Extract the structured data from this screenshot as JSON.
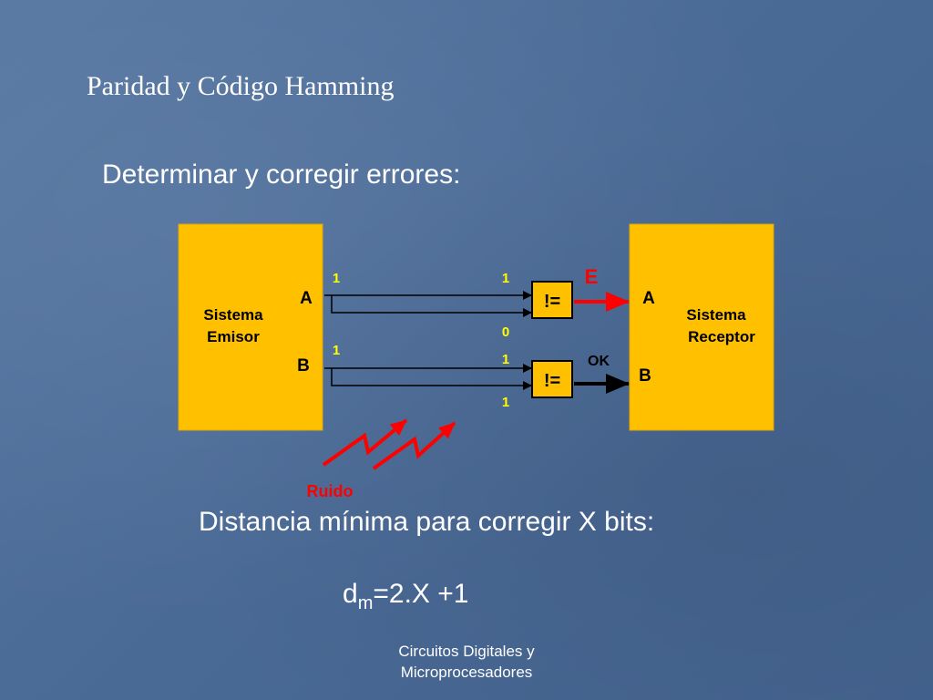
{
  "slide": {
    "title": "Paridad y Código Hamming",
    "subheading": "Determinar y corregir errores:",
    "distance_text": "Distancia mínima para corregir X bits:",
    "formula": {
      "base": "d",
      "subscript": "m",
      "rest": "=2.X +1"
    },
    "footer": [
      "Circuitos Digitales y",
      "Microprocesadores"
    ]
  },
  "diagram": {
    "emitter": {
      "label_line1": "Sistema",
      "label_line2": "Emisor",
      "port_a": "A",
      "port_b": "B"
    },
    "receiver": {
      "label_line1": "Sistema",
      "label_line2": "Receptor",
      "port_a": "A",
      "port_b": "B"
    },
    "comparator_a": {
      "symbol": "!=",
      "bit_sent": "1",
      "bit_in_top": "1",
      "bit_in_bottom": "0",
      "result": "E"
    },
    "comparator_b": {
      "symbol": "!=",
      "bit_sent": "1",
      "bit_in_top": "1",
      "bit_in_bottom": "1",
      "result": "OK"
    },
    "noise_label": "Ruido",
    "colors": {
      "box_fill": "#ffc000",
      "bit_labels": "#ffff00",
      "error": "#ff0000",
      "noise_label": "#ff0000",
      "wire": "#000000",
      "ok_arrow": "#000000",
      "text": "#ffffff"
    }
  }
}
